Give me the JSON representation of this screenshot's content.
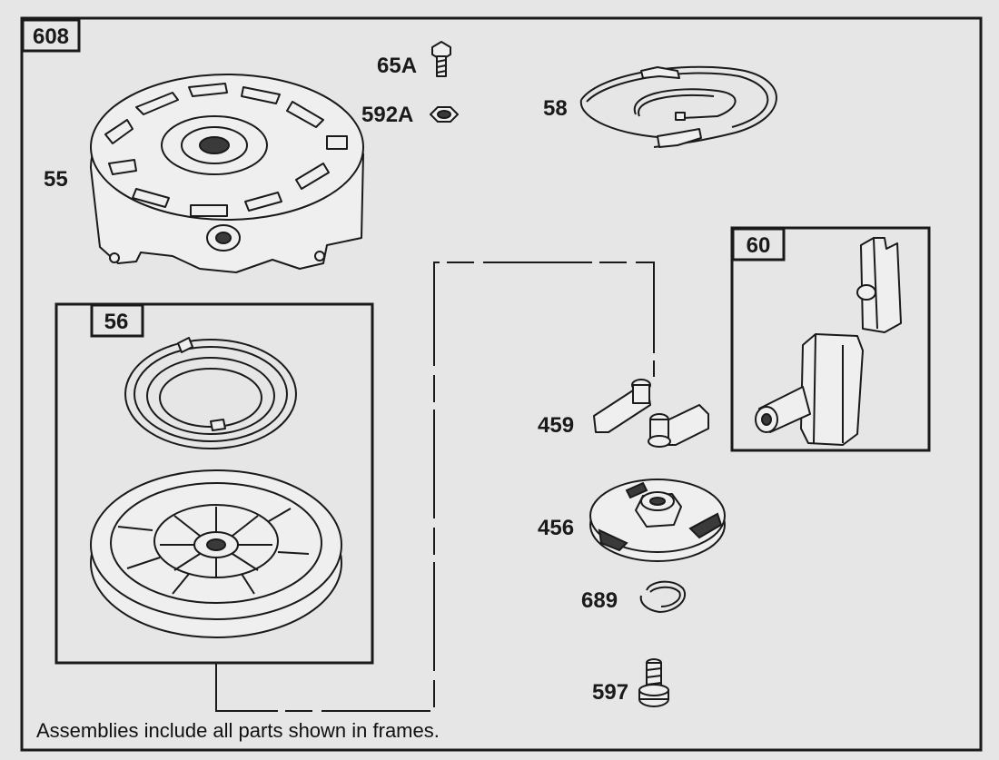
{
  "diagram": {
    "assemblies": {
      "main": "608",
      "sub_56": "56",
      "sub_60": "60"
    },
    "parts": {
      "p65a": "65A",
      "p592a": "592A",
      "p58": "58",
      "p55": "55",
      "p459": "459",
      "p456": "456",
      "p689": "689",
      "p597": "597"
    },
    "footnote": "Assemblies include all parts shown in frames."
  }
}
